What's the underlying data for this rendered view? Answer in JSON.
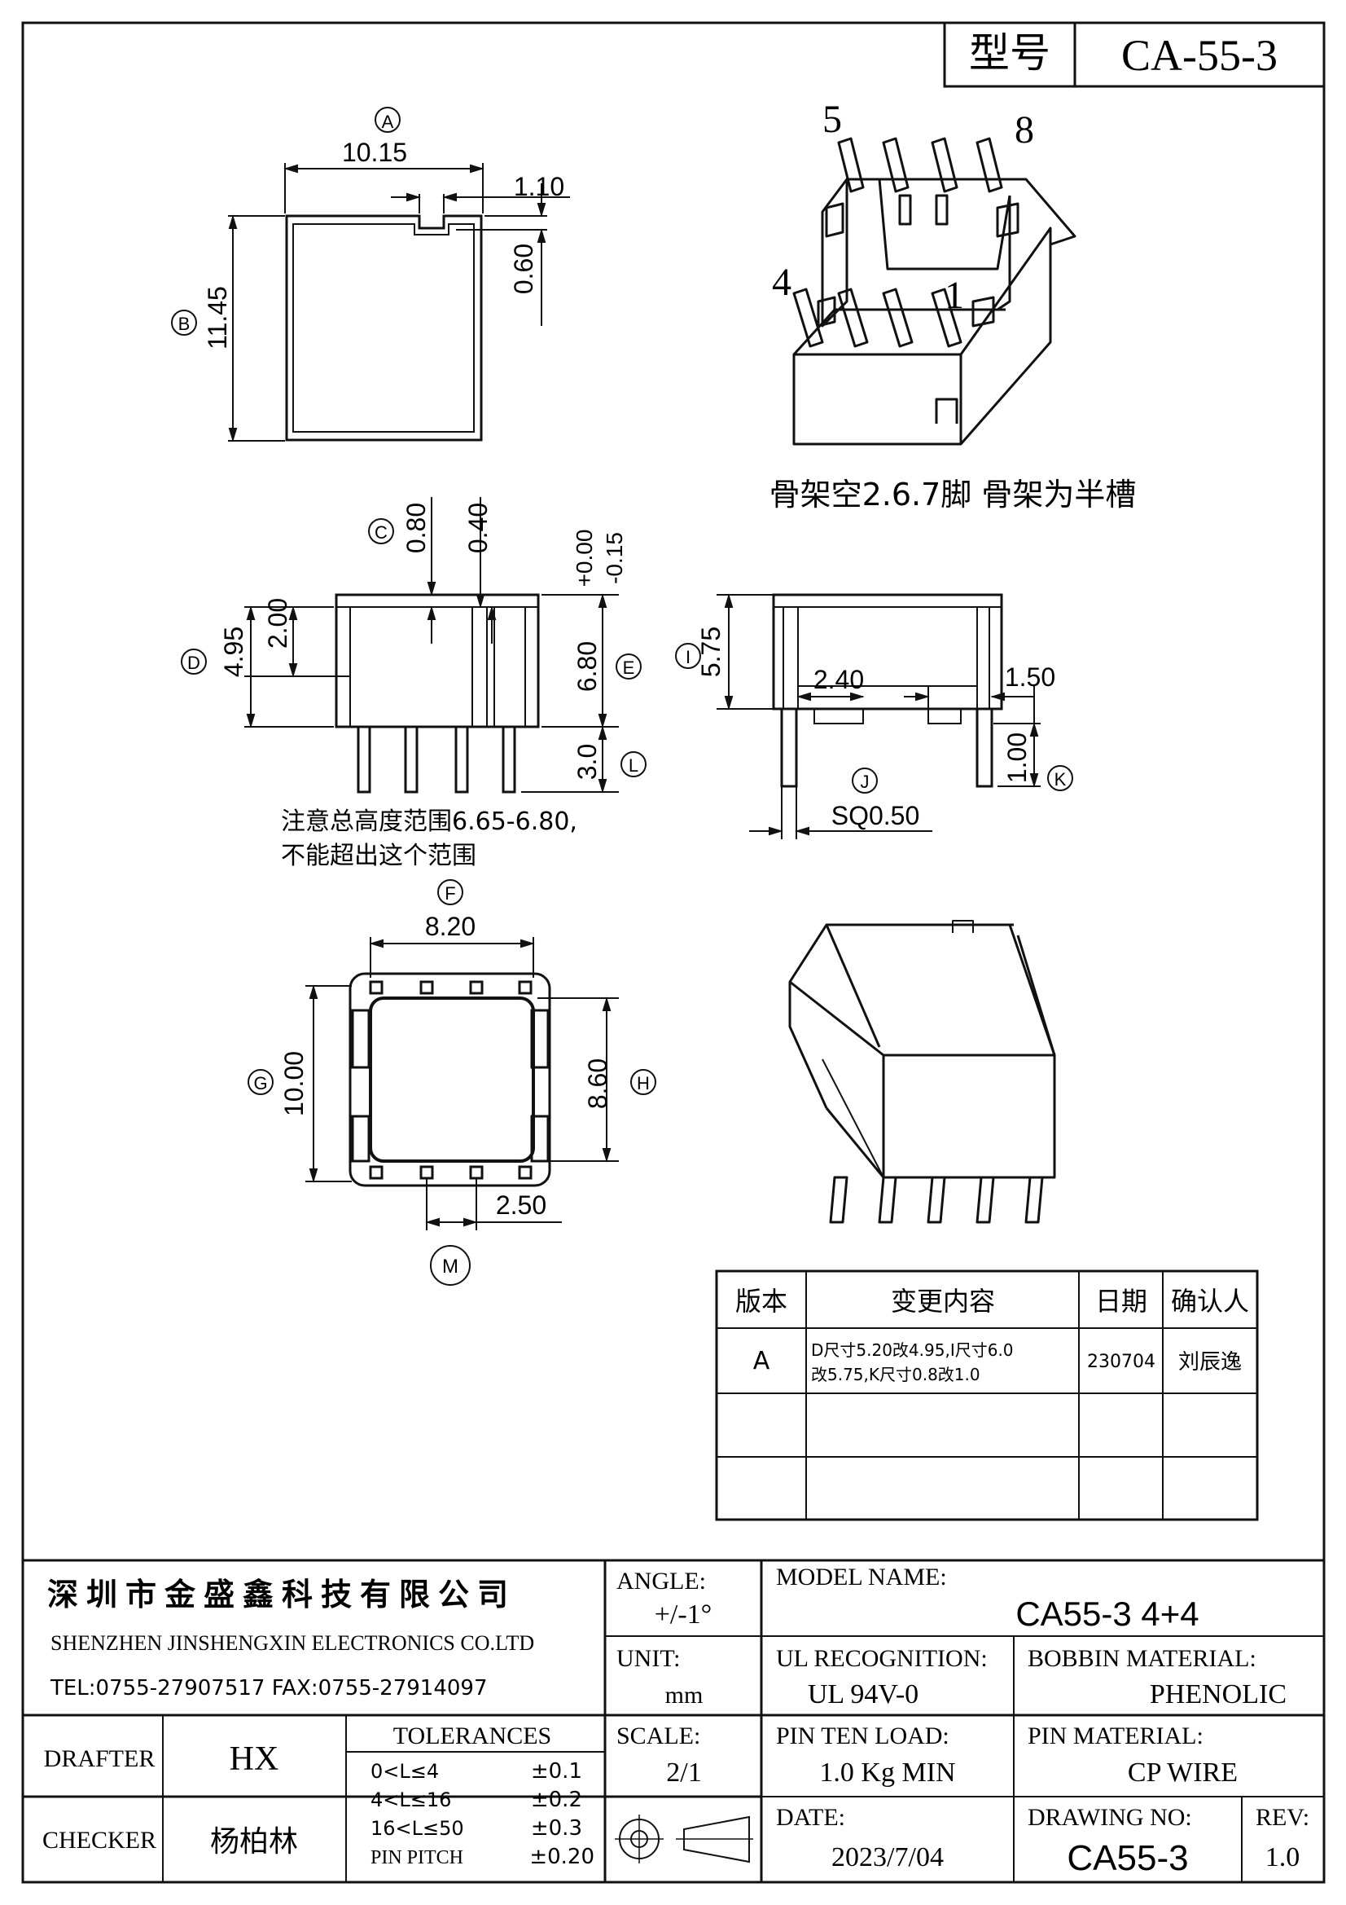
{
  "header": {
    "model_label": "型号",
    "model_value": "CA-55-3"
  },
  "views": {
    "top": {
      "circle": "A",
      "width": "10.15",
      "slot_w": "1.10",
      "slot_d": "0.60",
      "height_circle": "B",
      "height": "11.45"
    },
    "iso": {
      "pin_5": "5",
      "pin_8": "8",
      "pin_4": "4",
      "pin_1": "1",
      "note": "骨架空2.6.7脚 骨架为半槽"
    },
    "front": {
      "c_circle": "C",
      "c_val": "0.80",
      "c2_val": "0.40",
      "tol_plus": "+0.00",
      "tol_minus": "-0.15",
      "d_circle": "D",
      "d_val": "4.95",
      "d2_val": "2.00",
      "e_circle": "E",
      "e_val": "6.80",
      "l_circle": "L",
      "l_val": "3.0",
      "note_line1": "注意总高度范围6.65-6.80,",
      "note_line2": "不能超出这个范围"
    },
    "side": {
      "i_circle": "I",
      "i_val": "5.75",
      "w1": "2.40",
      "w2": "1.50",
      "j_circle": "J",
      "sq": "SQ0.50",
      "k_circle": "K",
      "k_val": "1.00"
    },
    "bottom": {
      "f_circle": "F",
      "f_val": "8.20",
      "g_circle": "G",
      "g_val": "10.00",
      "h_circle": "H",
      "h_val": "8.60",
      "m_circle": "M",
      "m_val": "2.50"
    }
  },
  "revision": {
    "headers": [
      "版本",
      "变更内容",
      "日期",
      "确认人"
    ],
    "rows": [
      {
        "ver": "A",
        "line1": "D尺寸5.20改4.95,I尺寸6.0",
        "line2": "改5.75,K尺寸0.8改1.0",
        "date": "230704",
        "by": "刘辰逸"
      }
    ]
  },
  "title_block": {
    "company_cn": "深圳市金盛鑫科技有限公司",
    "company_en": "SHENZHEN JINSHENGXIN ELECTRONICS CO.LTD",
    "contact": "TEL:0755-27907517   FAX:0755-27914097",
    "angle_label": "ANGLE:",
    "angle_value": "+/-1°",
    "model_name_label": "MODEL NAME:",
    "model_name_value": "CA55-3  4+4",
    "unit_label": "UNIT:",
    "unit_value": "mm",
    "ul_label": "UL RECOGNITION:",
    "ul_value": "UL 94V-0",
    "bobbin_label": "BOBBIN MATERIAL:",
    "bobbin_value": "PHENOLIC",
    "drafter_label": "DRAFTER",
    "drafter_value": "HX",
    "tolerances_label": "TOLERANCES",
    "tolerances": [
      {
        "range": "0<L≤4",
        "value": "±0.1"
      },
      {
        "range": "4<L≤16",
        "value": "±0.2"
      },
      {
        "range": "16<L≤50",
        "value": "±0.3"
      },
      {
        "range": "PIN PITCH",
        "value": "±0.20"
      }
    ],
    "scale_label": "SCALE:",
    "scale_value": "2/1",
    "pin_load_label": "PIN TEN LOAD:",
    "pin_load_value": "1.0 Kg MIN",
    "pin_mat_label": "PIN MATERIAL:",
    "pin_mat_value": "CP WIRE",
    "checker_label": "CHECKER",
    "checker_value": "杨柏林",
    "date_label": "DATE:",
    "date_value": "2023/7/04",
    "drawing_no_label": "DRAWING NO:",
    "drawing_no_value": "CA55-3",
    "rev_label": "REV:",
    "rev_value": "1.0"
  }
}
